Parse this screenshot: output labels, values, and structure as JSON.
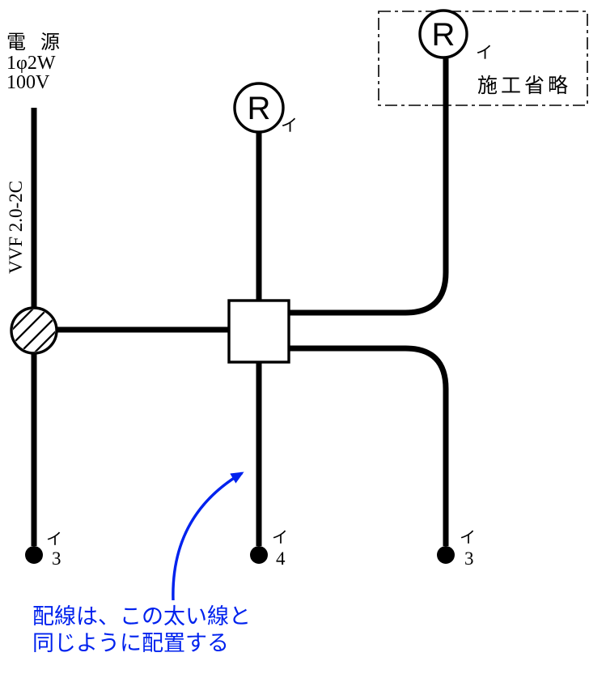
{
  "colors": {
    "ink": "#000000",
    "annotation": "#0022ee"
  },
  "power_label": {
    "line1": "電 源",
    "line2": "1φ2W",
    "line3": "100V"
  },
  "cable_label": "VVF 2.0-2C",
  "omission_box": {
    "label": "施工省略"
  },
  "lamp_center": {
    "letter": "R",
    "tag": "イ"
  },
  "lamp_topright": {
    "letter": "R",
    "tag": "イ"
  },
  "terminals": {
    "left": {
      "tag": "イ",
      "number": "3"
    },
    "middle": {
      "tag": "イ",
      "number": "4"
    },
    "right": {
      "tag": "イ",
      "number": "3"
    }
  },
  "annotation": {
    "line1": "配線は、この太い線と",
    "line2": "同じように配置する"
  }
}
